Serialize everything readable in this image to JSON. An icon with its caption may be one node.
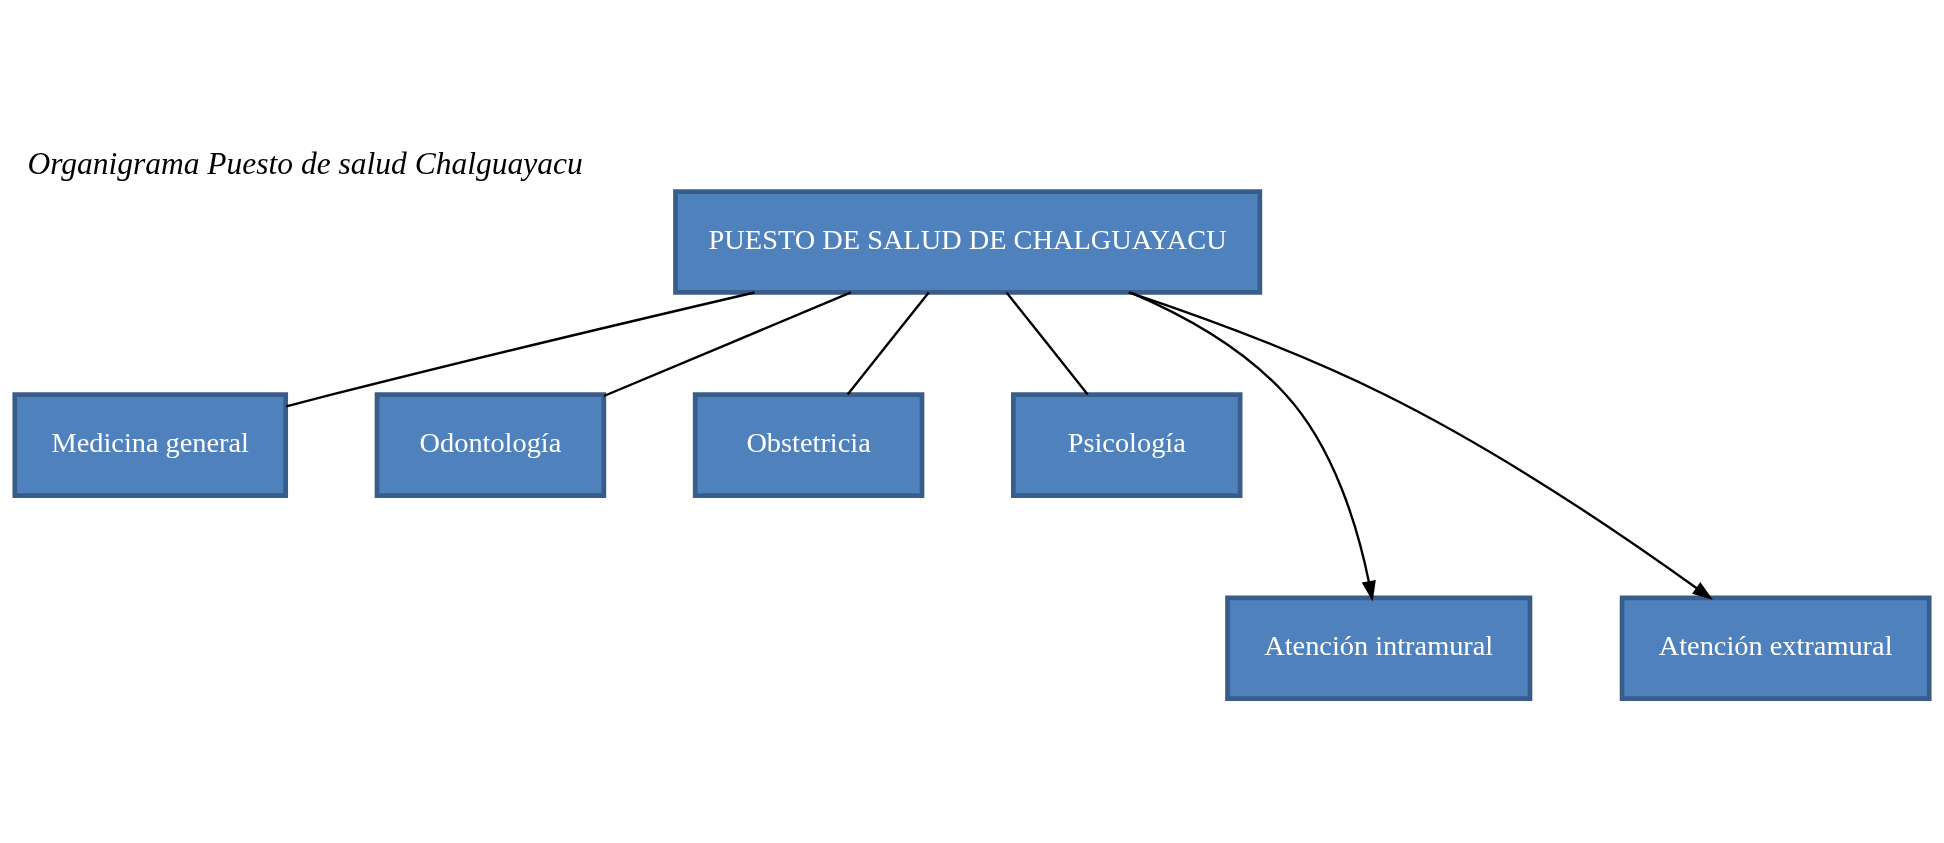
{
  "diagram": {
    "title": "Organigrama Puesto de salud Chalguayacu",
    "nodes": [
      {
        "text": [
          "PUESTO DE SALUD DE CHALGUAYACU"
        ]
      },
      {
        "text": [
          "Medicina general"
        ]
      },
      {
        "text": [
          "Odontología"
        ]
      },
      {
        "text": [
          "Obstetricia"
        ]
      },
      {
        "text": [
          "Psicología"
        ]
      },
      {
        "text": [
          "Atención intramural"
        ]
      },
      {
        "text": [
          "Atención extramural"
        ]
      }
    ],
    "edges": [
      {
        "from": 0,
        "to": 1,
        "arrow": "none"
      },
      {
        "from": 0,
        "to": 2,
        "arrow": "none"
      },
      {
        "from": 0,
        "to": 3,
        "arrow": "none"
      },
      {
        "from": 0,
        "to": 4,
        "arrow": "none"
      },
      {
        "from": 0,
        "to": 5,
        "arrow": "to"
      },
      {
        "from": 0,
        "to": 6,
        "arrow": "to"
      }
    ]
  }
}
